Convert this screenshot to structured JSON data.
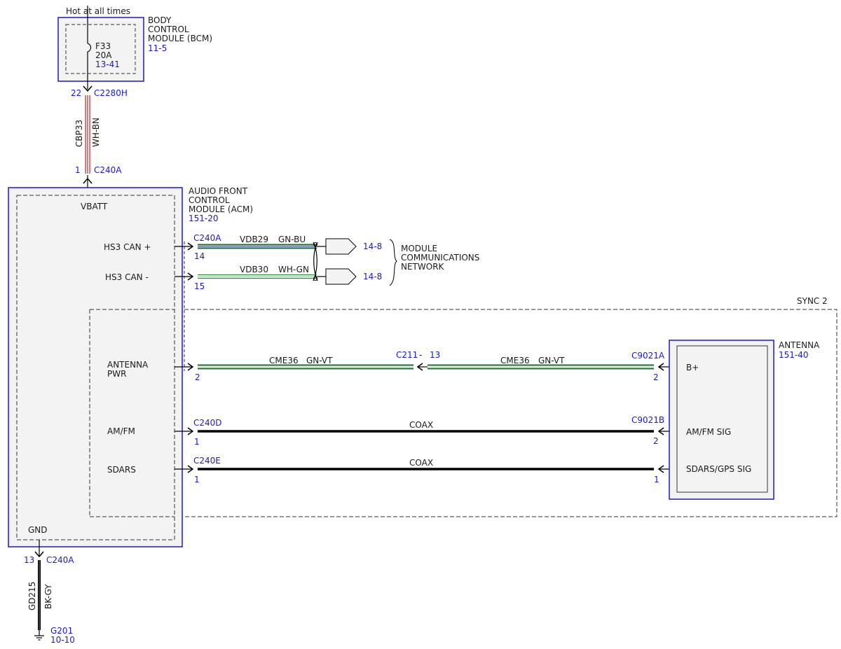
{
  "colors": {
    "module_outline": "#1a1acc",
    "module_fill": "#f3f3f3",
    "label_blue": "#1a1acc",
    "wire_green": "#1f6b2e",
    "wire_light_green": "#a8d8a8",
    "wire_red": "#cc2222",
    "wire_black": "#000000"
  },
  "power_source": {
    "label": "Hot at all times"
  },
  "bcm": {
    "name_line1": "BODY",
    "name_line2": "CONTROL",
    "name_line3": "MODULE (BCM)",
    "ref": "11-5",
    "fuse": "F33",
    "fuse_rating": "20A",
    "fuse_ref": "13-41",
    "connector_pin": "22",
    "connector": "C2280H"
  },
  "power_wire": {
    "circuit": "CBP33",
    "color": "WH-BN"
  },
  "acm": {
    "name_line1": "AUDIO FRONT",
    "name_line2": "CONTROL",
    "name_line3": "MODULE (ACM)",
    "ref": "151-20",
    "vbatt_pin": "1",
    "vbatt_connector": "C240A",
    "vbatt_label": "VBATT",
    "hs3_can_plus": "HS3 CAN +",
    "hs3_can_minus": "HS3 CAN -",
    "antenna_pwr_line1": "ANTENNA",
    "antenna_pwr_line2": "PWR",
    "am_fm": "AM/FM",
    "sdars": "SDARS",
    "gnd_label": "GND"
  },
  "can_network": {
    "connector": "C240A",
    "pin_plus": "14",
    "pin_minus": "15",
    "can_plus_circuit": "VDB29",
    "can_plus_color": "GN-BU",
    "can_minus_circuit": "VDB30",
    "can_minus_color": "WH-GN",
    "ref_plus": "14-8",
    "ref_minus": "14-8",
    "network_line1": "MODULE",
    "network_line2": "COMMUNICATIONS",
    "network_line3": "NETWORK"
  },
  "sync2": {
    "label": "SYNC 2"
  },
  "antenna_power": {
    "acm_pin": "2",
    "circuit_left": "CME36",
    "color_left": "GN-VT",
    "inline_connector": "C211",
    "inline_separator": "-",
    "inline_pin": "13",
    "circuit_right": "CME36",
    "color_right": "GN-VT",
    "antenna_connector": "C9021A",
    "antenna_pin": "2"
  },
  "am_fm_line": {
    "acm_connector": "C240D",
    "acm_pin": "1",
    "cable": "COAX",
    "antenna_connector": "C9021B",
    "antenna_pin": "2"
  },
  "sdars_line": {
    "acm_connector": "C240E",
    "acm_pin": "1",
    "cable": "COAX",
    "antenna_pin": "1"
  },
  "antenna": {
    "name": "ANTENNA",
    "ref": "151-40",
    "b_plus": "B+",
    "am_fm_sig": "AM/FM SIG",
    "sdars_gps_sig": "SDARS/GPS SIG"
  },
  "ground": {
    "pin": "13",
    "connector": "C240A",
    "circuit": "GD215",
    "color": "BK-GY",
    "ground_point": "G201",
    "ref": "10-10"
  }
}
